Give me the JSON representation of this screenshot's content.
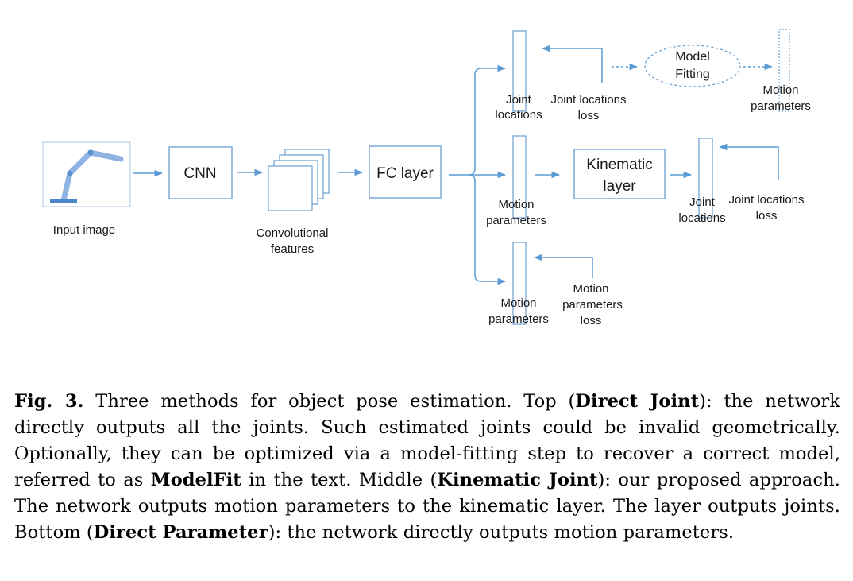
{
  "diagram": {
    "input_image_label": "Input image",
    "cnn_label": "CNN",
    "conv_features_label": [
      "Convolutional",
      "features"
    ],
    "fc_label": "FC layer",
    "top": {
      "joint_locations_label": [
        "Joint",
        "locations"
      ],
      "loss_label": [
        "Joint locations",
        "loss"
      ],
      "model_fitting_label": [
        "Model",
        "Fitting"
      ],
      "motion_params_label": [
        "Motion",
        "parameters"
      ]
    },
    "middle": {
      "motion_params_label": [
        "Motion",
        "parameters"
      ],
      "kinematic_label": [
        "Kinematic",
        "layer"
      ],
      "joint_locations_label": [
        "Joint",
        "locations"
      ],
      "loss_label": [
        "Joint locations",
        "loss"
      ]
    },
    "bottom": {
      "motion_params_label": [
        "Motion",
        "parameters"
      ],
      "loss_label": [
        "Motion",
        "parameters",
        "loss"
      ]
    },
    "colors": {
      "line": "#5b9bd5",
      "box": "#6a9fd0",
      "arm": "#8fb4e3",
      "base": "#4a86c8"
    }
  },
  "caption": {
    "fig": "Fig. 3.",
    "t1": " Three methods for object pose estimation. Top (",
    "b1": "Direct Joint",
    "t2": "): the network directly outputs all the joints. Such estimated joints could be invalid geometrically. Optionally, they can be optimized via a model-fitting step to recover a correct model, referred to as ",
    "b2": "ModelFit",
    "t3": " in the text. Middle (",
    "b3": "Kinematic Joint",
    "t4": "): our proposed approach. The network outputs motion parameters to the kinematic layer. The layer outputs joints. Bottom (",
    "b4": "Direct Parameter",
    "t5": "): the network directly outputs motion parameters."
  }
}
